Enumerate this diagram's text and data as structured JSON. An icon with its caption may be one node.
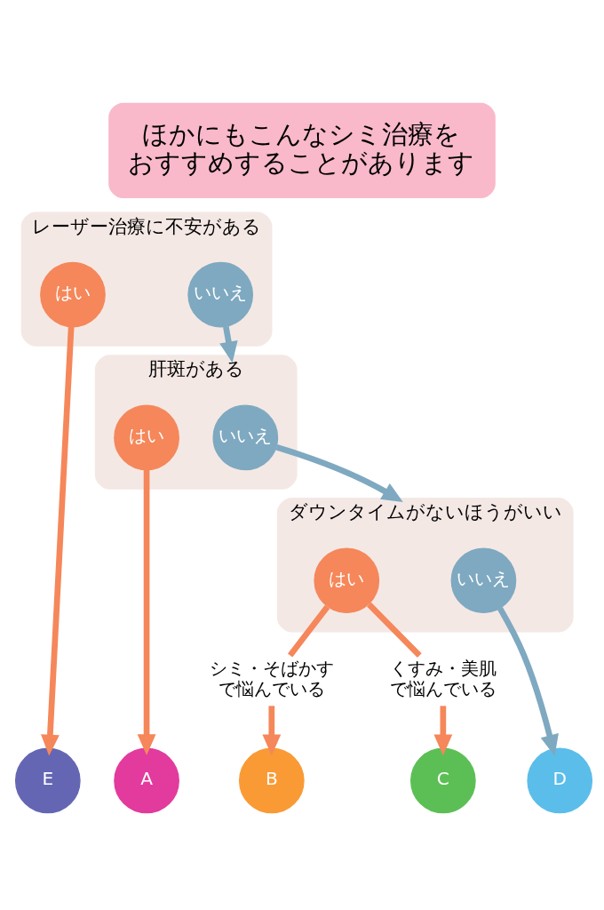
{
  "diagram": {
    "title": "ほかにもこんなシミ治療をおすすめすることがあります",
    "nodes": [
      {
        "text": [
          "レーザー治療に不安がある"
        ]
      },
      {
        "text": [
          "はい"
        ],
        "in": 0
      },
      {
        "text": [
          "いいえ"
        ],
        "in": 0
      },
      {
        "text": [
          "肝斑がある"
        ]
      },
      {
        "text": [
          "はい"
        ],
        "in": 3
      },
      {
        "text": [
          "いいえ"
        ],
        "in": 3
      },
      {
        "text": [
          "ダウンタイムがないほうがいい"
        ]
      },
      {
        "text": [
          "はい"
        ],
        "in": 6
      },
      {
        "text": [
          "いいえ"
        ],
        "in": 6
      },
      {
        "text": [
          "シミ・そばかすで悩んでいる"
        ]
      },
      {
        "text": [
          "くすみ・美肌で悩んでいる"
        ]
      },
      {
        "text": [
          "E"
        ]
      },
      {
        "text": [
          "A"
        ]
      },
      {
        "text": [
          "B"
        ]
      },
      {
        "text": [
          "C"
        ]
      },
      {
        "text": [
          "D"
        ]
      }
    ],
    "edges": [
      {
        "from": 1,
        "to": 11,
        "arrow": "to"
      },
      {
        "from": 2,
        "to": 3,
        "arrow": "to",
        "color": "#7ea9c0"
      },
      {
        "from": 4,
        "to": 12,
        "arrow": "to"
      },
      {
        "from": 5,
        "to": 6,
        "arrow": "to",
        "color": "#7ea9c0"
      },
      {
        "from": 7,
        "to": 9,
        "arrow": "none"
      },
      {
        "from": 7,
        "to": 10,
        "arrow": "none"
      },
      {
        "from": 9,
        "to": 13,
        "arrow": "to"
      },
      {
        "from": 10,
        "to": 14,
        "arrow": "to"
      },
      {
        "from": 8,
        "to": 15,
        "arrow": "to",
        "color": "#7ea9c0"
      }
    ]
  }
}
